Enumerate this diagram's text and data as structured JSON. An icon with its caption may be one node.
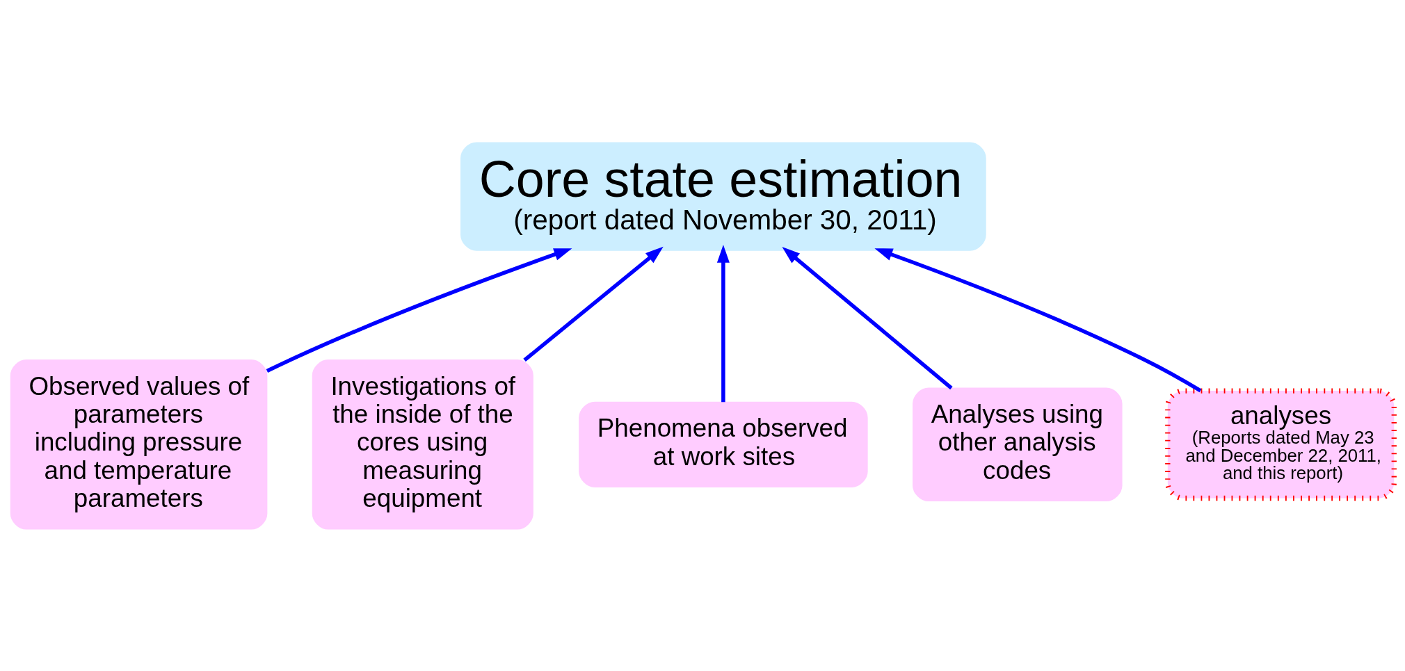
{
  "diagram": {
    "nodes": [
      {
        "text": [
          "Core state estimation",
          "(report dated November 30, 2011)"
        ]
      },
      {
        "text": [
          "Observed values of parameters including pressure and temperature parameters"
        ]
      },
      {
        "text": [
          "Investigations of the inside of the cores using measuring equipment"
        ]
      },
      {
        "text": [
          "Phenomena observed at work sites"
        ]
      },
      {
        "text": [
          "Analyses using other analysis codes"
        ]
      },
      {
        "text": [
          "analyses",
          "(Reports dated May 23 and December 22, 2011, and this report)"
        ]
      }
    ],
    "edges": [
      {
        "from": 1,
        "to": 0,
        "arrow": "to"
      },
      {
        "from": 4,
        "to": 0,
        "arrow": "to"
      },
      {
        "from": 5,
        "to": 0,
        "arrow": "to"
      },
      {
        "from": 3,
        "to": 0,
        "arrow": "to"
      },
      {
        "from": 2,
        "to": 0,
        "arrow": "to"
      }
    ]
  }
}
